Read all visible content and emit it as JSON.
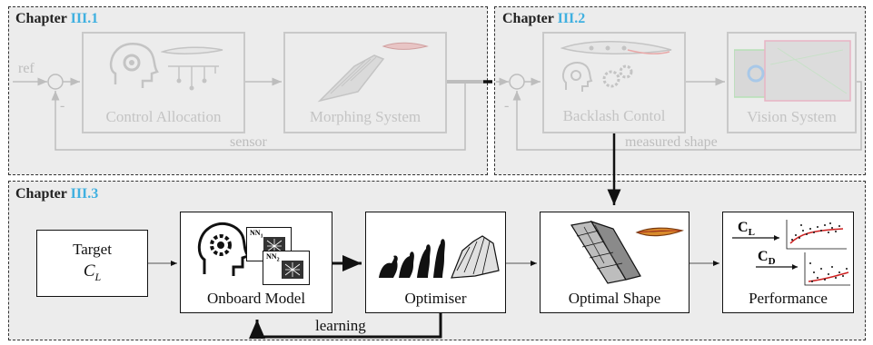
{
  "panels": {
    "ch1": {
      "prefix": "Chapter",
      "number": "III.1"
    },
    "ch2": {
      "prefix": "Chapter",
      "number": "III.2"
    },
    "ch3": {
      "prefix": "Chapter",
      "number": "III.3"
    }
  },
  "ch1": {
    "ref_label": "ref",
    "minus_label": "-",
    "control_allocation": "Control Allocation",
    "morphing_system": "Morphing System",
    "sensor_label": "sensor"
  },
  "ch2": {
    "minus_label": "-",
    "backlash_control": "Backlash Contol",
    "vision_system": "Vision System",
    "measured_shape_label": "measured shape"
  },
  "ch3": {
    "target_label": "Target",
    "target_symbol": "C",
    "target_subscript": "L",
    "onboard_model": "Onboard Model",
    "nn1_label": "NN",
    "nn1_sub": "1",
    "nn2_label": "NN",
    "nn2_sub": "2",
    "optimiser": "Optimiser",
    "optimal_shape": "Optimal Shape",
    "performance": "Performance",
    "cl_label": "C",
    "cl_sub": "L",
    "cd_label": "C",
    "cd_sub": "D",
    "learning_label": "learning"
  },
  "colors": {
    "accent": "#3fb0e0",
    "panel_bg": "#ececec",
    "faded": "#c4c4c4"
  }
}
